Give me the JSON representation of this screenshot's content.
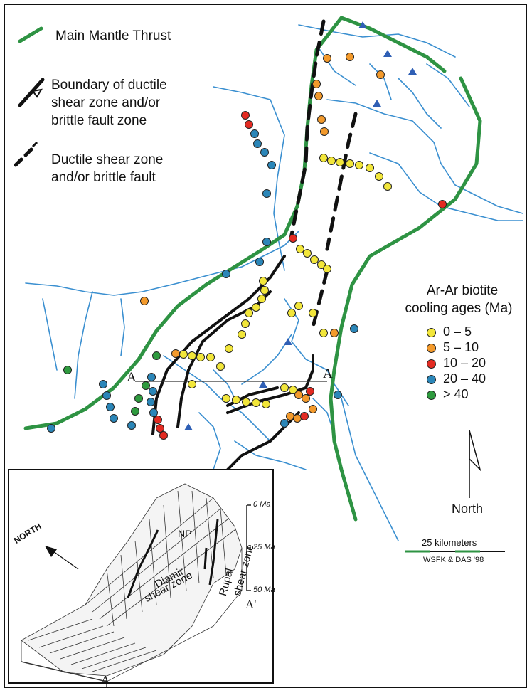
{
  "legend": {
    "mmt_label": "Main Mantle Thrust",
    "boundary_label_1": "Boundary of ductile",
    "boundary_label_2": "shear zone and/or",
    "boundary_label_3": "brittle fault zone",
    "shear_label_1": "Ductile shear zone",
    "shear_label_2": "and/or brittle fault"
  },
  "ages": {
    "title_1": "Ar-Ar biotite",
    "title_2": "cooling ages (Ma)",
    "classes": [
      {
        "label": "0 – 5",
        "color": "#f2e63a"
      },
      {
        "label": "5 – 10",
        "color": "#f39a2c"
      },
      {
        "label": "10 – 20",
        "color": "#e32b22"
      },
      {
        "label": "20 – 40",
        "color": "#2b86b8"
      },
      {
        "label": "> 40",
        "color": "#2e9a3e"
      }
    ]
  },
  "map": {
    "section_left": "A",
    "section_right": "A",
    "north_label": "North",
    "scale_label": "25 kilometers",
    "credit": "WSFK & DAS '98",
    "colors": {
      "mmt": "#2e9343",
      "river": "#3a8fd0",
      "fault": "#111111",
      "triangle": "#2f5fb5"
    }
  },
  "inset": {
    "north_label": "NORTH",
    "np_label": "NP",
    "diamir_1": "Diamir",
    "diamir_2": "shear zone",
    "rupal_1": "Rupal",
    "rupal_2": "shear zone",
    "axis_0": "0 Ma",
    "axis_25": "25 Ma",
    "axis_50": "50 Ma",
    "a_label": "A",
    "a_prime": "A'"
  }
}
